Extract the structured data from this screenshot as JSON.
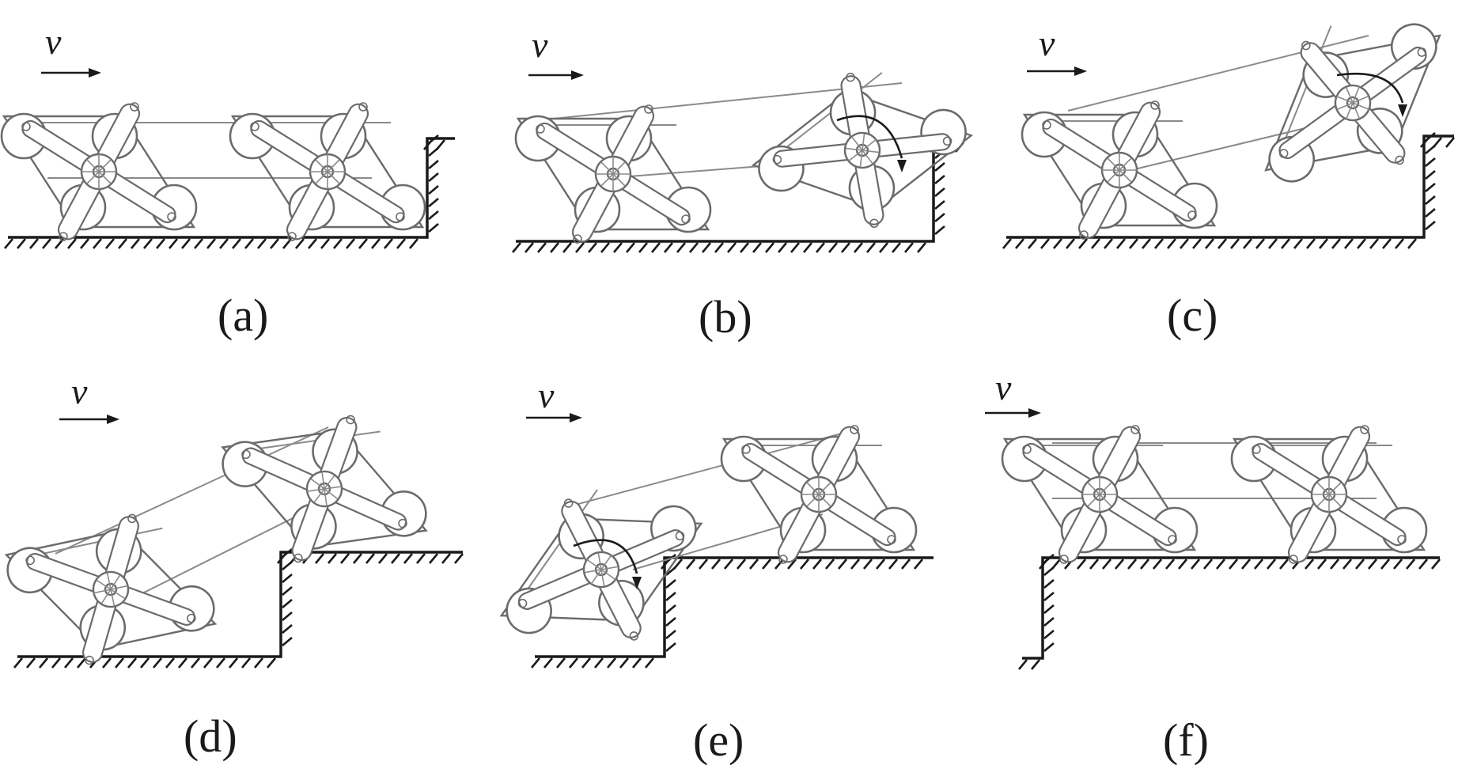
{
  "figure": {
    "velocity_symbol": "v",
    "panels": [
      {
        "id": "a",
        "label": "(a)",
        "rotation_arrow": false
      },
      {
        "id": "b",
        "label": "(b)",
        "rotation_arrow": true
      },
      {
        "id": "c",
        "label": "(c)",
        "rotation_arrow": true
      },
      {
        "id": "d",
        "label": "(d)",
        "rotation_arrow": false
      },
      {
        "id": "e",
        "label": "(e)",
        "rotation_arrow": true
      },
      {
        "id": "f",
        "label": "(f)",
        "rotation_arrow": false
      }
    ]
  }
}
